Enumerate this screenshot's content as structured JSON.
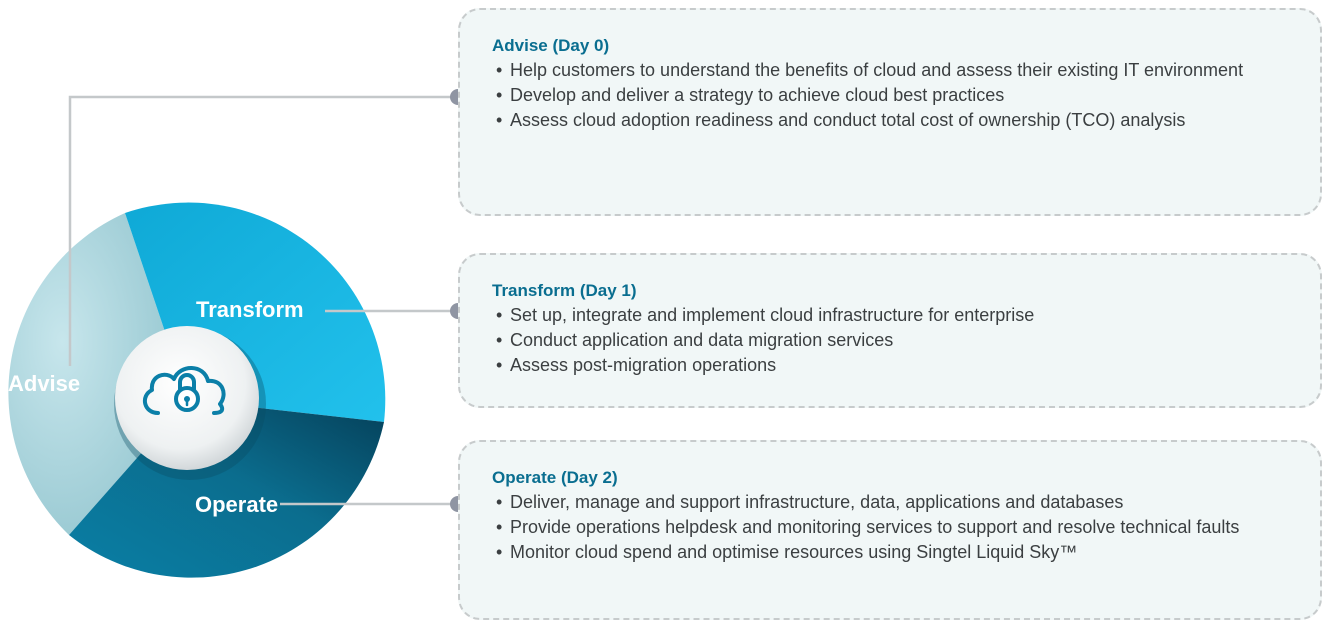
{
  "wheel": {
    "segments": [
      {
        "id": "advise",
        "label": "Advise",
        "color": "#a7d3dc"
      },
      {
        "id": "transform",
        "label": "Transform",
        "color": "#17b3e0"
      },
      {
        "id": "operate",
        "label": "Operate",
        "color": "#0b6d8e"
      }
    ],
    "center_icon": "cloud-lock-icon"
  },
  "panels": [
    {
      "id": "advise",
      "title": "Advise (Day 0)",
      "bullets": [
        "Help customers to understand the benefits of cloud and assess their existing IT environment",
        "Develop and deliver a strategy to achieve cloud best practices",
        "Assess cloud adoption readiness and conduct total cost of ownership (TCO) analysis"
      ]
    },
    {
      "id": "transform",
      "title": "Transform (Day 1)",
      "bullets": [
        "Set up, integrate and implement cloud infrastructure for enterprise",
        "Conduct application and data migration services",
        "Assess post-migration operations"
      ]
    },
    {
      "id": "operate",
      "title": "Operate (Day 2)",
      "bullets": [
        "Deliver, manage and support infrastructure, data, applications and databases",
        "Provide operations helpdesk and monitoring services to support and resolve technical faults",
        "Monitor cloud spend and optimise resources using Singtel Liquid Sky™"
      ]
    }
  ],
  "colors": {
    "title": "#0a6e90",
    "connector": "#c4c8ca",
    "dot": "#8f95a3",
    "panel_bg": "#f1f7f7"
  }
}
